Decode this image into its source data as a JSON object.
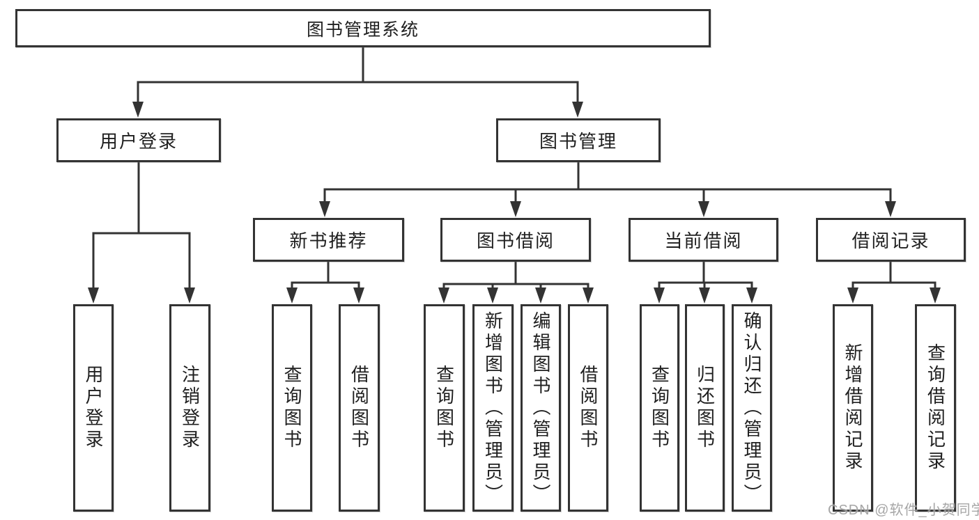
{
  "colors": {
    "line": "#333333",
    "box_border": "#333333",
    "text": "#1f1f1f",
    "watermark": "#969696",
    "background": "#ffffff"
  },
  "watermark": {
    "text": "CSDN @软件_小贺同学"
  },
  "tree": {
    "root": "图书管理系统",
    "children": [
      {
        "label": "用户登录",
        "children": [
          {
            "label": "用户登录"
          },
          {
            "label": "注销登录"
          }
        ]
      },
      {
        "label": "图书管理",
        "children": [
          {
            "label": "新书推荐",
            "children": [
              {
                "label": "查询图书"
              },
              {
                "label": "借阅图书"
              }
            ]
          },
          {
            "label": "图书借阅",
            "children": [
              {
                "label": "查询图书"
              },
              {
                "label": "新增图书（管理员）"
              },
              {
                "label": "编辑图书（管理员）"
              },
              {
                "label": "借阅图书"
              }
            ]
          },
          {
            "label": "当前借阅",
            "children": [
              {
                "label": "查询图书"
              },
              {
                "label": "归还图书"
              },
              {
                "label": "确认归还（管理员）"
              }
            ]
          },
          {
            "label": "借阅记录",
            "children": [
              {
                "label": "新增借阅记录"
              },
              {
                "label": "查询借阅记录"
              }
            ]
          }
        ]
      }
    ]
  }
}
